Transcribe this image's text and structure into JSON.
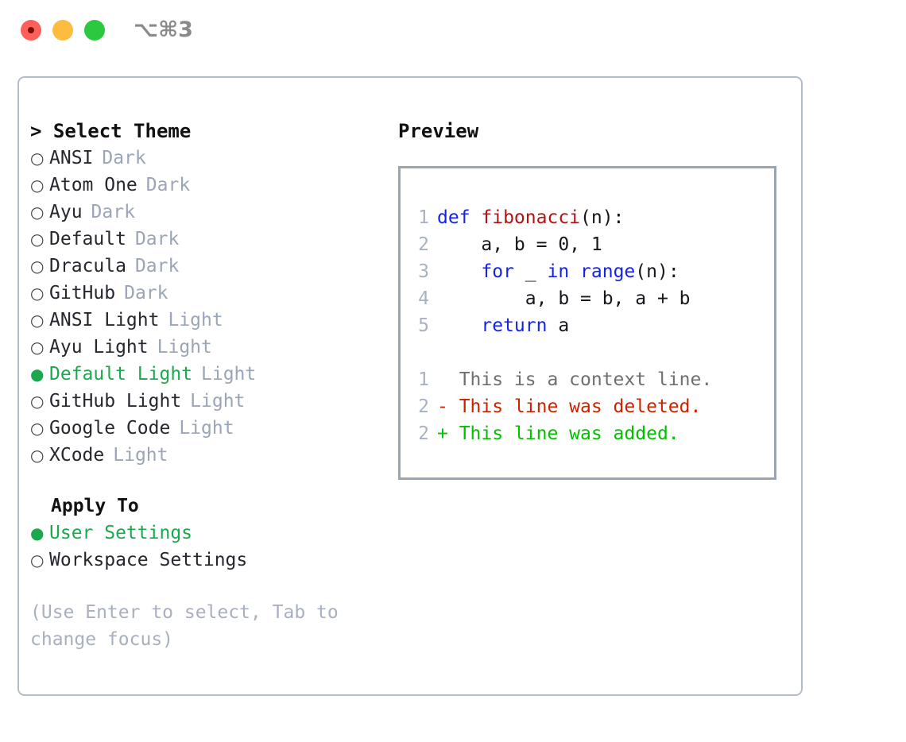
{
  "window": {
    "shortcut_label": "⌥⌘3",
    "traffic_lights": [
      "close-button",
      "minimize-button",
      "maximize-button"
    ]
  },
  "colors": {
    "selected_green": "#1aa94d",
    "tag_gray": "#9aa5b8",
    "hint_gray": "#a8b0bf",
    "keyword_blue": "#1522ee",
    "function_red": "#b21414",
    "diff_deleted_red": "#cc2200",
    "diff_added_green": "#00c000",
    "border_gray": "#b3bcc9",
    "preview_border": "#9aa5b4"
  },
  "theme_panel": {
    "caret": ">",
    "heading": "Select Theme",
    "bullet_empty": "○",
    "bullet_filled": "●",
    "items": [
      {
        "name": "ANSI",
        "tag": "Dark",
        "selected": false
      },
      {
        "name": "Atom One",
        "tag": "Dark",
        "selected": false
      },
      {
        "name": "Ayu",
        "tag": "Dark",
        "selected": false
      },
      {
        "name": "Default",
        "tag": "Dark",
        "selected": false
      },
      {
        "name": "Dracula",
        "tag": "Dark",
        "selected": false
      },
      {
        "name": "GitHub",
        "tag": "Dark",
        "selected": false
      },
      {
        "name": "ANSI Light",
        "tag": "Light",
        "selected": false
      },
      {
        "name": "Ayu Light",
        "tag": "Light",
        "selected": false
      },
      {
        "name": "Default Light",
        "tag": "Light",
        "selected": true
      },
      {
        "name": "GitHub Light",
        "tag": "Light",
        "selected": false
      },
      {
        "name": "Google Code",
        "tag": "Light",
        "selected": false
      },
      {
        "name": "XCode",
        "tag": "Light",
        "selected": false
      }
    ]
  },
  "apply_to": {
    "heading": "Apply To",
    "options": [
      {
        "label": "User Settings",
        "selected": true
      },
      {
        "label": "Workspace Settings",
        "selected": false
      }
    ]
  },
  "hint": "(Use Enter to select, Tab to change focus)",
  "preview": {
    "heading": "Preview",
    "code_lines": [
      {
        "no": "1",
        "tokens": [
          {
            "t": "def ",
            "c": "tok-kw"
          },
          {
            "t": "fibonacci",
            "c": "tok-fn"
          },
          {
            "t": "(n):",
            "c": "tok-txt"
          }
        ]
      },
      {
        "no": "2",
        "tokens": [
          {
            "t": "    a, b = 0, 1",
            "c": "tok-txt"
          }
        ]
      },
      {
        "no": "3",
        "tokens": [
          {
            "t": "    ",
            "c": "tok-txt"
          },
          {
            "t": "for",
            "c": "tok-kw"
          },
          {
            "t": " _ ",
            "c": "tok-txt"
          },
          {
            "t": "in",
            "c": "tok-kw"
          },
          {
            "t": " ",
            "c": "tok-txt"
          },
          {
            "t": "range",
            "c": "tok-kw"
          },
          {
            "t": "(n):",
            "c": "tok-txt"
          }
        ]
      },
      {
        "no": "4",
        "tokens": [
          {
            "t": "        a, b = b, a + b",
            "c": "tok-txt"
          }
        ]
      },
      {
        "no": "5",
        "tokens": [
          {
            "t": "    ",
            "c": "tok-txt"
          },
          {
            "t": "return",
            "c": "tok-kw"
          },
          {
            "t": " a",
            "c": "tok-txt"
          }
        ]
      }
    ],
    "diff_lines": [
      {
        "no": "1",
        "marker": "  ",
        "text": "This is a context line.",
        "c": "tok-ctx"
      },
      {
        "no": "2",
        "marker": "- ",
        "text": "This line was deleted.",
        "c": "tok-del"
      },
      {
        "no": "2",
        "marker": "+ ",
        "text": "This line was added.",
        "c": "tok-add"
      }
    ]
  }
}
